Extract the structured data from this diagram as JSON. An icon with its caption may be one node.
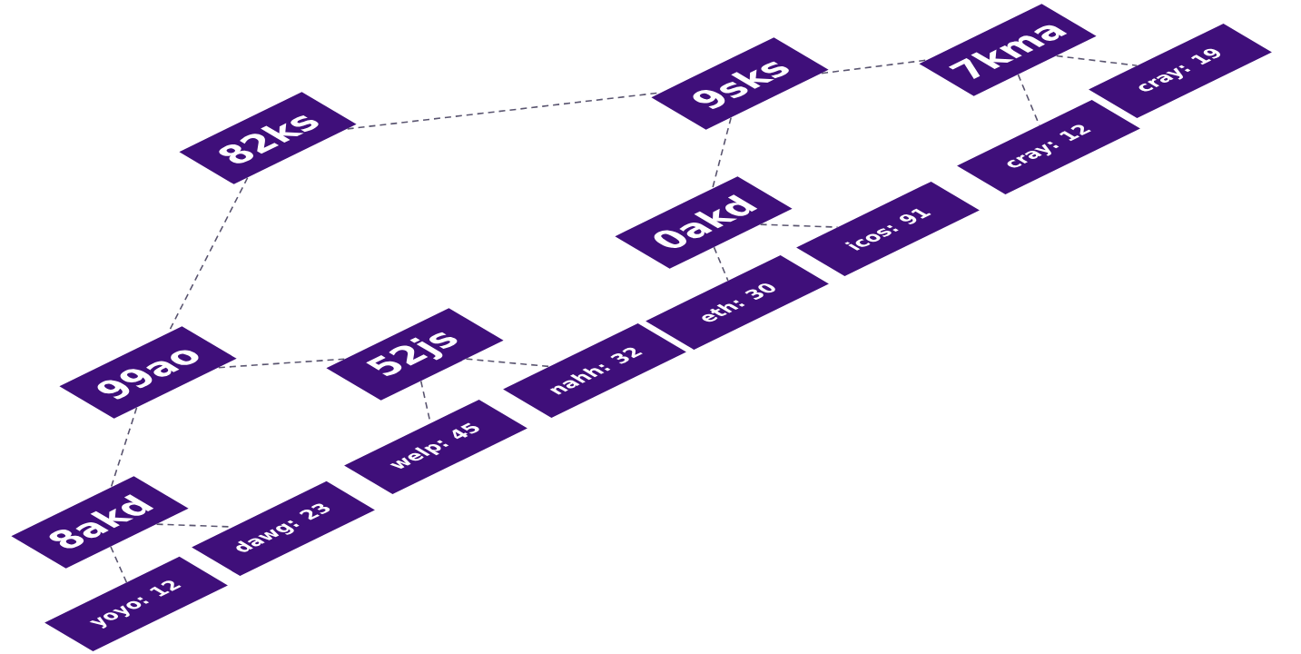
{
  "diagram": {
    "nodes": [
      {
        "text": [
          "7kma"
        ]
      },
      {
        "text": [
          "9sks"
        ]
      },
      {
        "text": [
          "cray: 19"
        ]
      },
      {
        "text": [
          "82ks"
        ]
      },
      {
        "text": [
          "cray: 12"
        ]
      },
      {
        "text": [
          "0akd"
        ]
      },
      {
        "text": [
          "icos: 91"
        ]
      },
      {
        "text": [
          "eth: 30"
        ]
      },
      {
        "text": [
          "99ao"
        ]
      },
      {
        "text": [
          "52js"
        ]
      },
      {
        "text": [
          "nahh: 32"
        ]
      },
      {
        "text": [
          "welp: 45"
        ]
      },
      {
        "text": [
          "8akd"
        ]
      },
      {
        "text": [
          "dawg: 23"
        ]
      },
      {
        "text": [
          "yoyo: 12"
        ]
      }
    ],
    "edges": [
      {
        "from": 3,
        "to": 1,
        "arrow": "none"
      },
      {
        "from": 1,
        "to": 0,
        "arrow": "none"
      },
      {
        "from": 0,
        "to": 2,
        "arrow": "none"
      },
      {
        "from": 0,
        "to": 4,
        "arrow": "none"
      },
      {
        "from": 1,
        "to": 5,
        "arrow": "none"
      },
      {
        "from": 5,
        "to": 6,
        "arrow": "none"
      },
      {
        "from": 5,
        "to": 7,
        "arrow": "none"
      },
      {
        "from": 3,
        "to": 8,
        "arrow": "none"
      },
      {
        "from": 8,
        "to": 9,
        "arrow": "none"
      },
      {
        "from": 9,
        "to": 10,
        "arrow": "none"
      },
      {
        "from": 9,
        "to": 11,
        "arrow": "none"
      },
      {
        "from": 8,
        "to": 12,
        "arrow": "none"
      },
      {
        "from": 12,
        "to": 13,
        "arrow": "none"
      },
      {
        "from": 12,
        "to": 14,
        "arrow": "none"
      }
    ]
  }
}
